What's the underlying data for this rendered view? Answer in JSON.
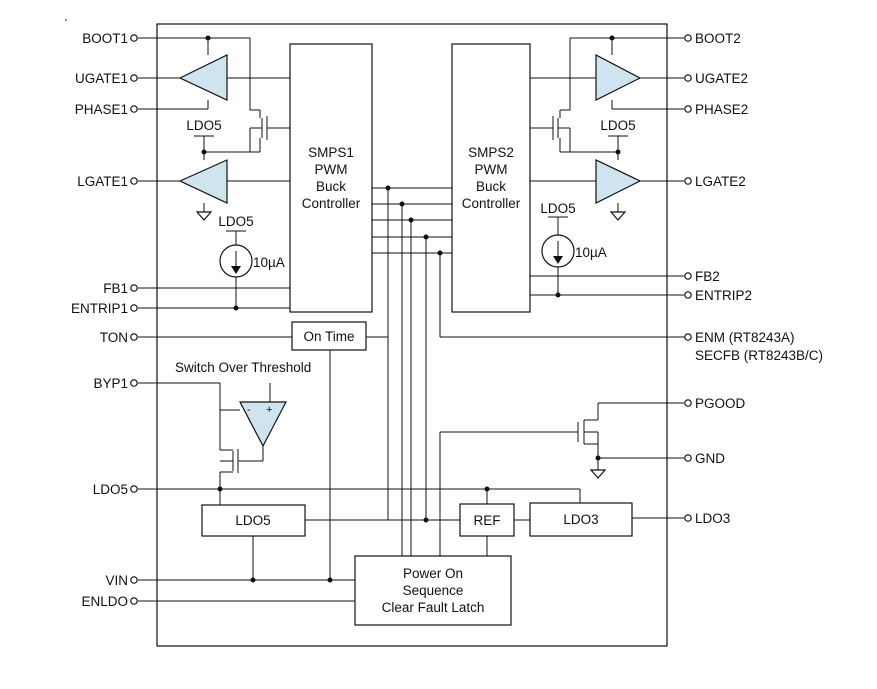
{
  "left_pins": [
    "BOOT1",
    "UGATE1",
    "PHASE1",
    "LGATE1",
    "FB1",
    "ENTRIP1",
    "TON",
    "BYP1",
    "LDO5",
    "VIN",
    "ENLDO"
  ],
  "right_pins": [
    "BOOT2",
    "UGATE2",
    "PHASE2",
    "LGATE2",
    "FB2",
    "ENTRIP2",
    "ENM (RT8243A)",
    "SECFB (RT8243B/C)",
    "PGOOD",
    "GND",
    "LDO3"
  ],
  "blocks": {
    "smps1": [
      "SMPS1",
      "PWM",
      "Buck",
      "Controller"
    ],
    "smps2": [
      "SMPS2",
      "PWM",
      "Buck",
      "Controller"
    ],
    "on_time": "On Time",
    "ldo5": "LDO5",
    "ref": "REF",
    "ldo3": "LDO3",
    "power_on": [
      "Power On",
      "Sequence",
      "Clear Fault Latch"
    ]
  },
  "labels": {
    "ldo5_drv1": "LDO5",
    "ldo5_drv2": "LDO5",
    "ldo5_src1": "LDO5",
    "ldo5_src2": "LDO5",
    "current1": "10µA",
    "current2": "10µA",
    "switch_over": "Switch Over Threshold",
    "comp_minus": "-",
    "comp_plus": "+"
  }
}
